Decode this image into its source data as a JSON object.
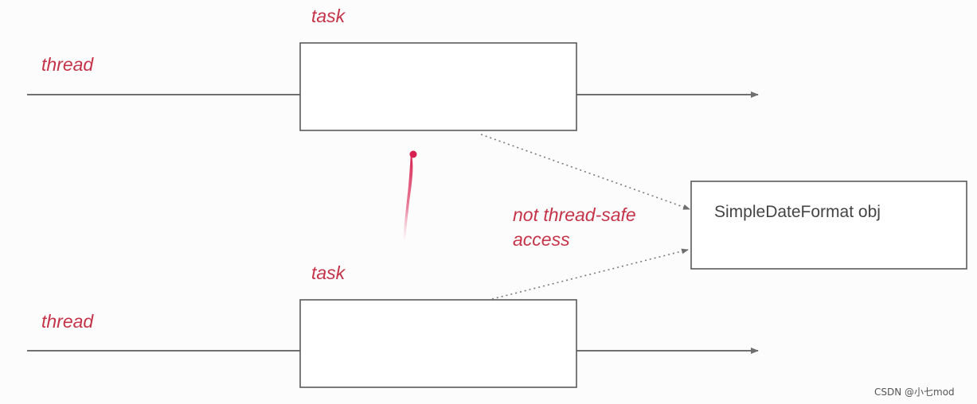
{
  "diagram": {
    "top_thread_label": "thread",
    "top_task_label": "task",
    "bottom_thread_label": "thread",
    "bottom_task_label": "task",
    "shared_object_label": "SimpleDateFormat obj",
    "access_note": [
      "not thread-safe",
      "access"
    ],
    "watermark": "CSDN @小七mod"
  },
  "colors": {
    "label_red": "#c53349",
    "line_gray": "#6f6f6f",
    "box_border": "#5a5a5a",
    "marker_pink": "#d6204f"
  }
}
